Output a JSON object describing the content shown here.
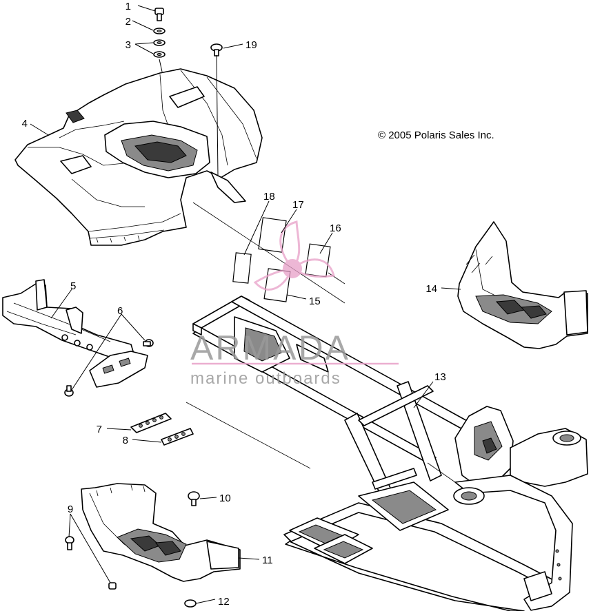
{
  "copyright": "© 2005 Polaris Sales Inc.",
  "watermark": {
    "brand": "ARMADA",
    "tagline": "marine outboards",
    "accent_color": "#e8a0c8"
  },
  "callouts": [
    "1",
    "2",
    "3",
    "4",
    "5",
    "6",
    "7",
    "8",
    "9",
    "10",
    "11",
    "12",
    "13",
    "14",
    "15",
    "16",
    "17",
    "18",
    "19"
  ]
}
